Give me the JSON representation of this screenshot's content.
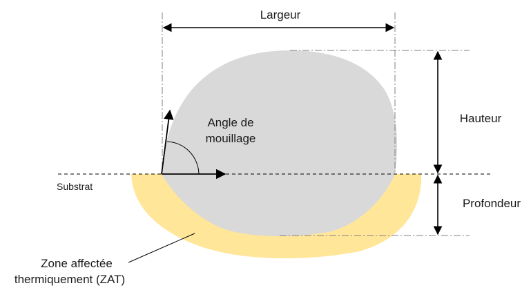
{
  "labels": {
    "largeur": "Largeur",
    "hauteur": "Hauteur",
    "profondeur": "Profondeur",
    "angle_line1": "Angle de",
    "angle_line2": "mouillage",
    "substrat": "Substrat",
    "zat_line1": "Zone affectée",
    "zat_line2": "thermiquement (ZAT)"
  },
  "colors": {
    "bead": "#d9d9d9",
    "haz": "#ffe699",
    "line": "#000000",
    "guide": "#7f7f7f"
  }
}
